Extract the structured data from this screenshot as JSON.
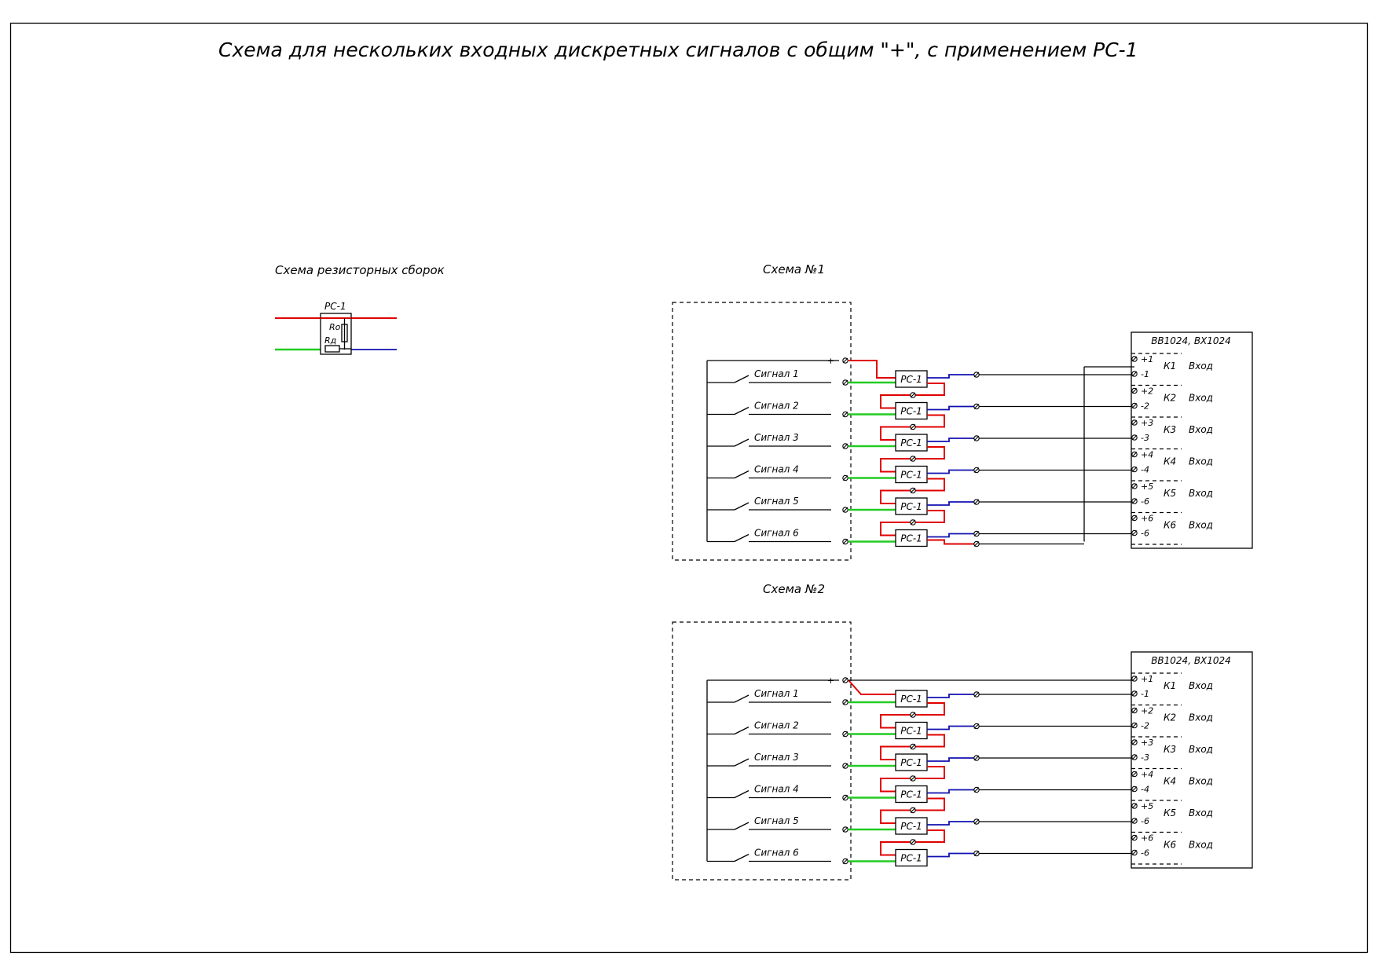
{
  "title": "Схема для нескольких входных дискретных сигналов с общим \"+\", с применением РС-1",
  "legend": {
    "caption": "Схема резисторных сборок",
    "component": "РС-1",
    "r1": "Rо",
    "r2": "Rд",
    "colors": {
      "red": "#e00000",
      "green": "#22cc22",
      "blue": "#1010b0"
    }
  },
  "schemes": [
    {
      "caption": "Схема №1",
      "module": "ВВ1024, ВХ1024"
    },
    {
      "caption": "Схема №2",
      "module": "ВВ1024, ВХ1024"
    }
  ],
  "plus_label": "+",
  "assembly_label": "РС-1",
  "input_label": "Вход",
  "signals": [
    "Сигнал 1",
    "Сигнал 2",
    "Сигнал 3",
    "Сигнал 4",
    "Сигнал 5",
    "Сигнал 6"
  ],
  "channels": [
    "К1",
    "К2",
    "К3",
    "К4",
    "К5",
    "К6"
  ],
  "terminals": [
    [
      "+1",
      "-1"
    ],
    [
      "+2",
      "-2"
    ],
    [
      "+3",
      "-3"
    ],
    [
      "+4",
      "-4"
    ],
    [
      "+5",
      "-6"
    ],
    [
      "+6",
      "-6"
    ]
  ]
}
